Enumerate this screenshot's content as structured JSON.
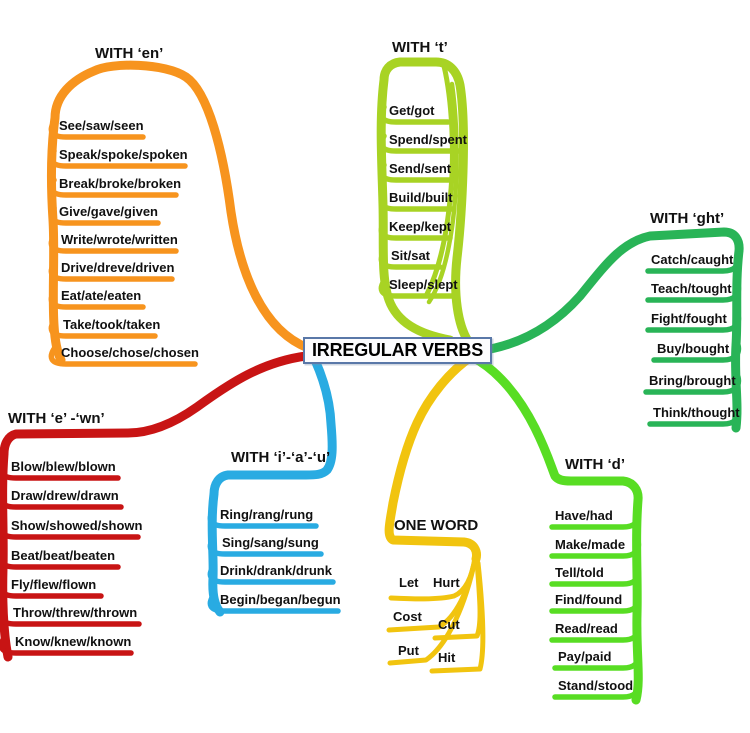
{
  "title": "IRREGULAR VERBS",
  "branches": [
    {
      "id": "en",
      "label": "WITH ‘en’",
      "color": "#F7941E",
      "items": [
        "See/saw/seen",
        "Speak/spoke/spoken",
        "Break/broke/broken",
        "Give/gave/given",
        "Write/wrote/written",
        "Drive/dreve/driven",
        "Eat/ate/eaten",
        "Take/took/taken",
        "Choose/chose/chosen"
      ]
    },
    {
      "id": "t",
      "label": "WITH ‘t’",
      "color": "#A8D324",
      "items": [
        "Get/got",
        "Spend/spent",
        "Send/sent",
        "Build/built",
        "Keep/kept",
        "Sit/sat",
        "Sleep/slept"
      ]
    },
    {
      "id": "ght",
      "label": "WITH ‘ght’",
      "color": "#29B457",
      "items": [
        "Catch/caught",
        "Teach/tought",
        "Fight/fought",
        "Buy/bought",
        "Bring/brought",
        "Think/thought"
      ]
    },
    {
      "id": "ewn",
      "label": "WITH ‘e’ -‘wn’",
      "color": "#C81414",
      "items": [
        "Blow/blew/blown",
        "Draw/drew/drawn",
        "Show/showed/shown",
        "Beat/beat/beaten",
        "Fly/flew/flown",
        "Throw/threw/thrown",
        "Know/knew/known"
      ]
    },
    {
      "id": "iau",
      "label": "WITH ‘i’-‘a’-‘u’",
      "color": "#29ABE2",
      "items": [
        "Ring/rang/rung",
        "Sing/sang/sung",
        "Drink/drank/drunk",
        "Begin/began/begun"
      ]
    },
    {
      "id": "one",
      "label": "ONE WORD",
      "color": "#F1C40F",
      "items": [
        "Let",
        "Hurt",
        "Cost",
        "Cut",
        "Put",
        "Hit"
      ]
    },
    {
      "id": "d",
      "label": "WITH ‘d’",
      "color": "#58DD23",
      "items": [
        "Have/had",
        "Make/made",
        "Tell/told",
        "Find/found",
        "Read/read",
        "Pay/paid",
        "Stand/stood"
      ]
    }
  ]
}
